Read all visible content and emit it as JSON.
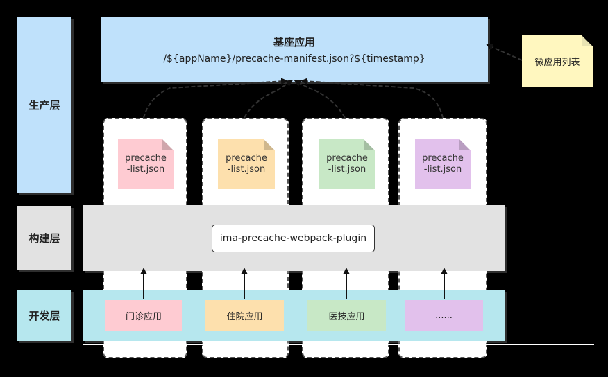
{
  "layers": {
    "production": "生产层",
    "build": "构建层",
    "dev": "开发层"
  },
  "base_app": {
    "title": "基座应用",
    "path": "/${appName}/precache-manifest.json?${timestamp}"
  },
  "micro_app_list": "微应用列表",
  "precache_docs": [
    {
      "label": "precache\n-list.json",
      "color": "#fecbd2"
    },
    {
      "label": "precache\n-list.json",
      "color": "#fde0ad"
    },
    {
      "label": "precache\n-list.json",
      "color": "#c8e8c6"
    },
    {
      "label": "precache\n-list.json",
      "color": "#e2c1ec"
    }
  ],
  "plugin": "ima-precache-webpack-plugin",
  "apps": [
    {
      "label": "门诊应用",
      "color": "#fecbd2"
    },
    {
      "label": "住院应用",
      "color": "#fde0ad"
    },
    {
      "label": "医技应用",
      "color": "#c8e8c6"
    },
    {
      "label": "......",
      "color": "#e2c1ec"
    }
  ]
}
